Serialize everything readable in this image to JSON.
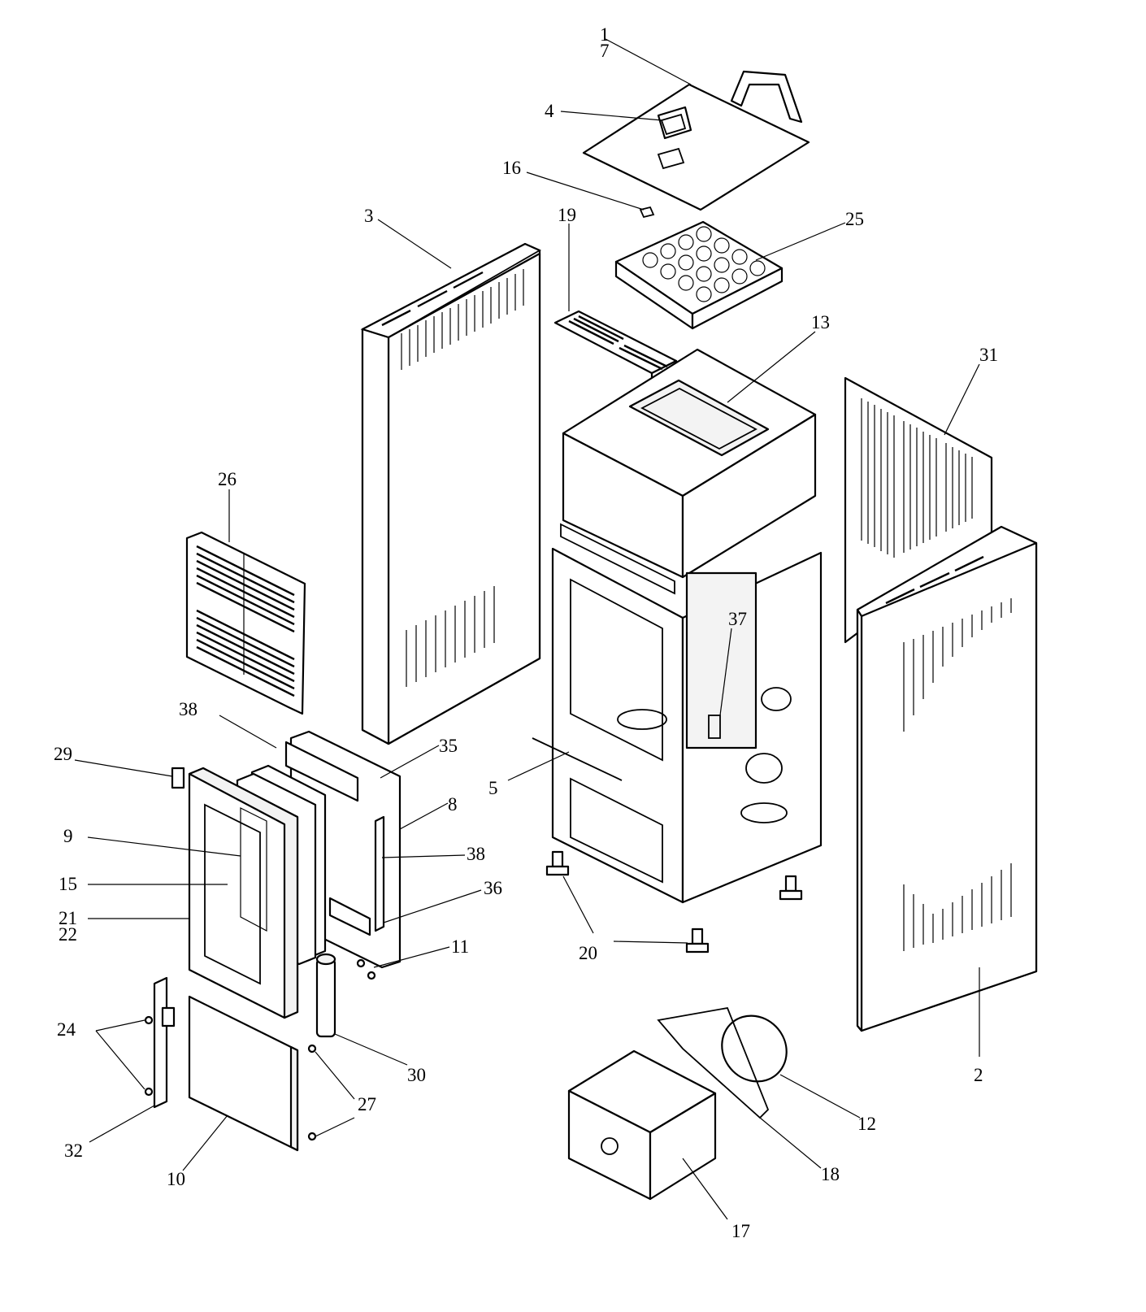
{
  "callouts": [
    {
      "label": "1",
      "part": "top-lid"
    },
    {
      "label": "7",
      "part": "top-lid"
    },
    {
      "label": "4",
      "part": "lid-latch"
    },
    {
      "label": "16",
      "part": "lid-hinge"
    },
    {
      "label": "3",
      "part": "left-side-panel"
    },
    {
      "label": "19",
      "part": "top-grille"
    },
    {
      "label": "25",
      "part": "heat-exchanger-grid"
    },
    {
      "label": "13",
      "part": "pellet-hopper"
    },
    {
      "label": "31",
      "part": "rear-panel"
    },
    {
      "label": "26",
      "part": "front-grille"
    },
    {
      "label": "37",
      "part": "control-board"
    },
    {
      "label": "2",
      "part": "right-side-panel"
    },
    {
      "label": "38",
      "part": "door-gasket-top"
    },
    {
      "label": "35",
      "part": "door-frame-bracket"
    },
    {
      "label": "29",
      "part": "door-handle-clip"
    },
    {
      "label": "8",
      "part": "door-back-plate"
    },
    {
      "label": "5",
      "part": "cross-bar"
    },
    {
      "label": "9",
      "part": "door-glass"
    },
    {
      "label": "38",
      "part": "door-gasket-side"
    },
    {
      "label": "15",
      "part": "glass-gasket"
    },
    {
      "label": "36",
      "part": "glass-retainer"
    },
    {
      "label": "21",
      "part": "door-frame"
    },
    {
      "label": "22",
      "part": "door-frame"
    },
    {
      "label": "11",
      "part": "door-screws"
    },
    {
      "label": "20",
      "part": "adjustable-feet"
    },
    {
      "label": "24",
      "part": "hinge-pins"
    },
    {
      "label": "30",
      "part": "door-handle"
    },
    {
      "label": "27",
      "part": "lower-door-pins"
    },
    {
      "label": "32",
      "part": "hinge-bracket"
    },
    {
      "label": "10",
      "part": "lower-door"
    },
    {
      "label": "12",
      "part": "ash-drawer-gasket"
    },
    {
      "label": "18",
      "part": "ash-drawer-seal"
    },
    {
      "label": "17",
      "part": "ash-drawer"
    }
  ]
}
